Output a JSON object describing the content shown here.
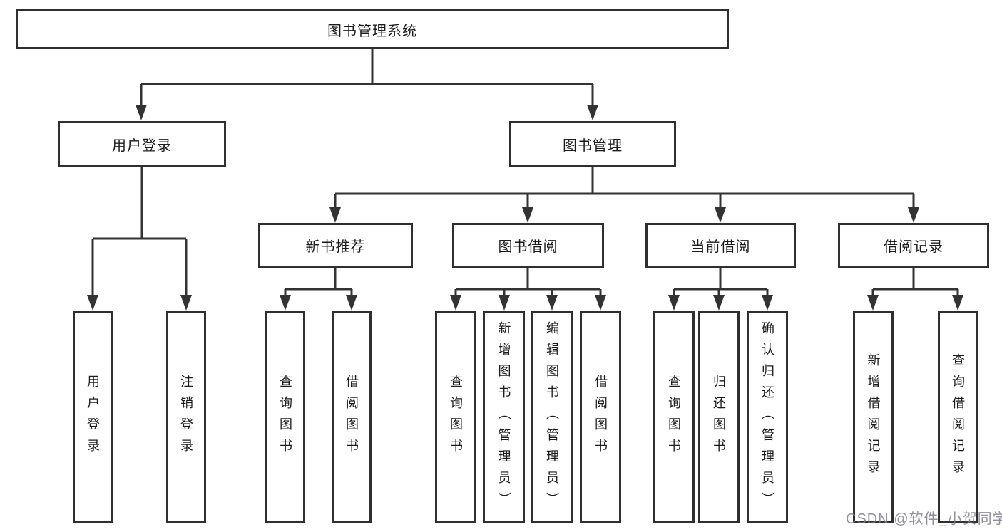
{
  "diagram": {
    "type": "hierarchy-tree",
    "line_color": "#333333",
    "box_border_color": "#2f2f2f",
    "text_color": "#1c1c1c",
    "background_color": "#ffffff"
  },
  "tree": {
    "label": "图书管理系统",
    "children": [
      {
        "label": "用户登录",
        "children": [
          {
            "label": "用户登录"
          },
          {
            "label": "注销登录"
          }
        ]
      },
      {
        "label": "图书管理",
        "children": [
          {
            "label": "新书推荐",
            "children": [
              {
                "label": "查询图书"
              },
              {
                "label": "借阅图书"
              }
            ]
          },
          {
            "label": "图书借阅",
            "children": [
              {
                "label": "查询图书"
              },
              {
                "label": "新增图书（管理员）"
              },
              {
                "label": "编辑图书（管理员）"
              },
              {
                "label": "借阅图书"
              }
            ]
          },
          {
            "label": "当前借阅",
            "children": [
              {
                "label": "查询图书"
              },
              {
                "label": "归还图书"
              },
              {
                "label": "确认归还（管理员）"
              }
            ]
          },
          {
            "label": "借阅记录",
            "children": [
              {
                "label": "新增借阅记录"
              },
              {
                "label": "查询借阅记录"
              }
            ]
          }
        ]
      }
    ]
  },
  "watermark": {
    "text": "CSDN @软件_小贺同学",
    "color": "#7d7d88"
  }
}
